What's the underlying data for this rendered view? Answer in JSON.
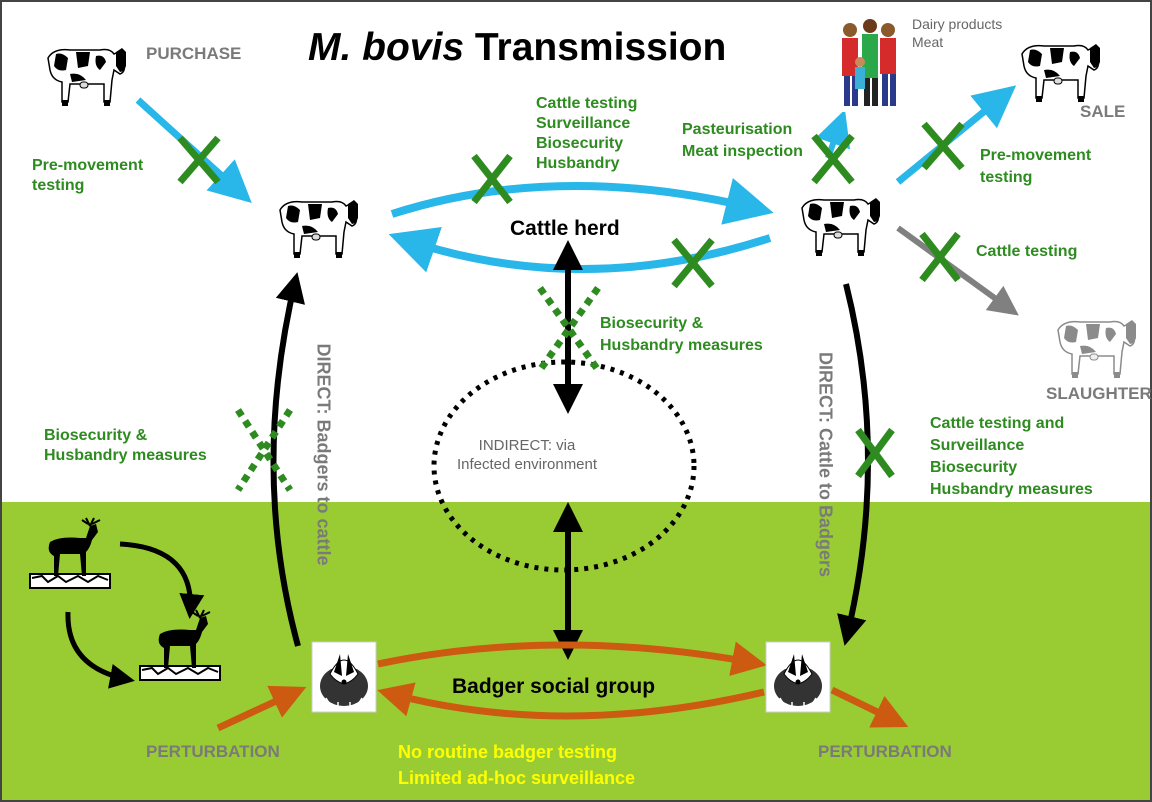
{
  "title": {
    "italic": "M. bovis",
    "rest": "Transmission"
  },
  "nodes": {
    "purchase": "PURCHASE",
    "sale": "SALE",
    "slaughter": "SLAUGHTER",
    "cattle_herd": "Cattle herd",
    "badger_social_group": "Badger social group",
    "perturbation_left": "PERTURBATION",
    "perturbation_right": "PERTURBATION",
    "indirect": "INDIRECT: via Infected environment"
  },
  "consumer_products": [
    "Dairy products",
    "Meat"
  ],
  "controls": {
    "pre_movement_left": [
      "Pre-movement",
      "testing"
    ],
    "herd_controls": [
      "Cattle testing",
      "Surveillance",
      "Biosecurity",
      "Husbandry"
    ],
    "food_controls": [
      "Pasteurisation",
      "Meat inspection"
    ],
    "pre_movement_right": [
      "Pre-movement",
      "testing"
    ],
    "slaughter_control": "Cattle testing",
    "environment_controls": [
      "Biosecurity &",
      "Husbandry measures"
    ],
    "badger_to_cattle_controls": [
      "Biosecurity &",
      "Husbandry measures"
    ],
    "cattle_to_badger_controls": [
      "Cattle testing and",
      "Surveillance",
      "Biosecurity",
      "Husbandry measures"
    ]
  },
  "routes": {
    "badgers_to_cattle": "DIRECT: Badgers to cattle",
    "cattle_to_badgers": "DIRECT: Cattle to Badgers"
  },
  "badger_notes": [
    "No routine badger testing",
    "Limited ad-hoc surveillance"
  ],
  "colors": {
    "cattle_flow": "#29b6e8",
    "badger_flow": "#cc5a10",
    "slaughter_flow": "#808080",
    "control_mark": "#2e8b20",
    "ground": "#99cc33",
    "note_text": "#ffff00"
  },
  "icons": {
    "cow": "cow-icon",
    "badger": "badger-icon",
    "deer": "deer-icon",
    "family": "family-icon",
    "blocked": "x-mark-icon"
  }
}
